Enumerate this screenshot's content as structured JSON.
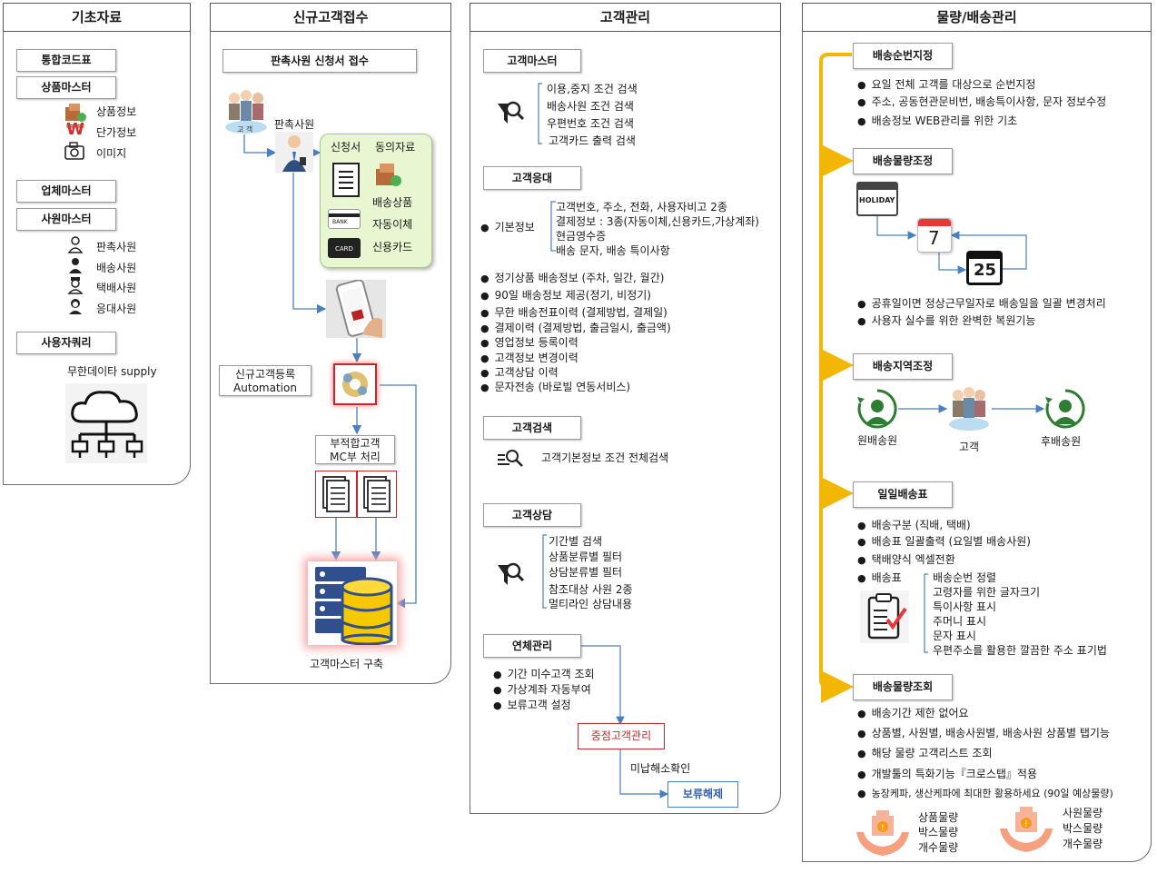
{
  "panels": {
    "basic": {
      "title": "기초자료",
      "unified_code": "통합코드표",
      "product_master": "상품마스터",
      "product_items": [
        "상품정보",
        "단가정보",
        "이미지"
      ],
      "company_master": "업체마스터",
      "staff_master": "사원마스터",
      "staff_items": [
        "판촉사원",
        "배송사원",
        "택배사원",
        "응대사원"
      ],
      "user_query": "사용자쿼리",
      "supply": "무한데이타 supply"
    },
    "reception": {
      "title": "신규고객접수",
      "header_box": "판촉사원 신청서 접수",
      "sales_staff": "판촉사원",
      "doc_title_1": "신청서",
      "doc_title_2": "동의자료",
      "doc_items": [
        "배송상품",
        "자동이체",
        "신용카드"
      ],
      "bank_label": "BANK",
      "card_label": "CARD",
      "auto_1": "신규고객등록",
      "auto_2": "Automation",
      "unfit_1": "부적합고객",
      "unfit_2": "MC부 처리",
      "build": "고객마스터 구축",
      "customer_tag": "고 객"
    },
    "customer": {
      "title": "고객관리",
      "master": {
        "label": "고객마스터",
        "items": [
          "이용,중지 조건 검색",
          "배송사원 조건 검색",
          "우편번호 조건 검색",
          "고객카드 출력 검색"
        ]
      },
      "service": {
        "label": "고객응대",
        "basic_label": "기본정보",
        "basic_items": [
          "고객번호, 주소, 전화, 사용자비고 2종",
          "결제정보 : 3종(자동이체,신용카드,가상계좌)",
          "현금영수증",
          "배송 문자, 배송 특이사항"
        ],
        "bullets": [
          "정기상품 배송정보 (주차, 일간, 월간)",
          "90일 배송정보 제공(정기, 비정기)",
          "무한 배송전표이력 (결제방법, 결제일)",
          "결제이력 (결제방법, 출금일시, 출금액)",
          "영업정보 등록이력",
          "고객정보 변경이력",
          "고객상담 이력",
          "문자전송 (바로빌 연동서비스)"
        ]
      },
      "search": {
        "label": "고객검색",
        "item": "고객기본정보 조건 전체검색"
      },
      "consult": {
        "label": "고객상담",
        "items": [
          "기간별 검색",
          "상품분류별 필터",
          "상담분류별 필터",
          "참조대상 사원 2종",
          "멀티라인 상담내용"
        ]
      },
      "overdue": {
        "label": "연체관리",
        "bullets": [
          "기간 미수고객 조회",
          "가상계좌 자동부여",
          "보류고객 설정"
        ],
        "focus": "중점고객관리",
        "confirm": "미납해소확인",
        "release": "보류해제"
      }
    },
    "delivery": {
      "title": "물량/배송관리",
      "order": {
        "label": "배송순번지정",
        "bullets": [
          "요일 전체 고객를 대상으로 순번지정",
          "주소, 공동현관문비번, 배송특이사항, 문자 정보수정",
          "배송정보 WEB관리를 위한 기초"
        ]
      },
      "adjust": {
        "label": "배송물량조정",
        "holiday": "HOLIDAY",
        "cal_a": "7",
        "cal_b": "25",
        "bullets": [
          "공휴일이면 정상근무일자로 배송일을 일괄 변경처리",
          "사용자 실수를 위한 완벽한 복원기능"
        ]
      },
      "area": {
        "label": "배송지역조정",
        "from": "원배송원",
        "mid": "고객",
        "to": "후배송원"
      },
      "daily": {
        "label": "일일배송표",
        "bullets": [
          "배송구분 (직배, 택배)",
          "배송표 일괄출력 (요일별 배송사원)",
          "택배양식 엑셀전환"
        ],
        "sheet_label": "배송표",
        "sheet_items": [
          "배송순번 정렬",
          "고령자를 위한 글자크기",
          "특이사항 표시",
          "주머니 표시",
          "문자 표시",
          "우편주소를 활용한 깔끔한 주소 표기법"
        ]
      },
      "query": {
        "label": "배송물량조회",
        "bullets": [
          "배송기간 제한 없어요",
          "상품별, 사원별, 배송사원별, 배송사원 상품별 탭기능",
          "해당 물량 고객리스트 조회",
          "개발툴의 특화기능『크로스탭』적용",
          "농장케파, 생산케파에 최대한 활용하세요 (90일 예상물량)"
        ],
        "left_items": [
          "상품물량",
          "박스물량",
          "개수물량"
        ],
        "right_items": [
          "사원물량",
          "박스물량",
          "개수물량"
        ]
      }
    }
  },
  "colors": {
    "gold": "#f2b705",
    "blue": "#4a7fc1",
    "red": "#c0282d",
    "green_box": "#e8f6d2"
  }
}
